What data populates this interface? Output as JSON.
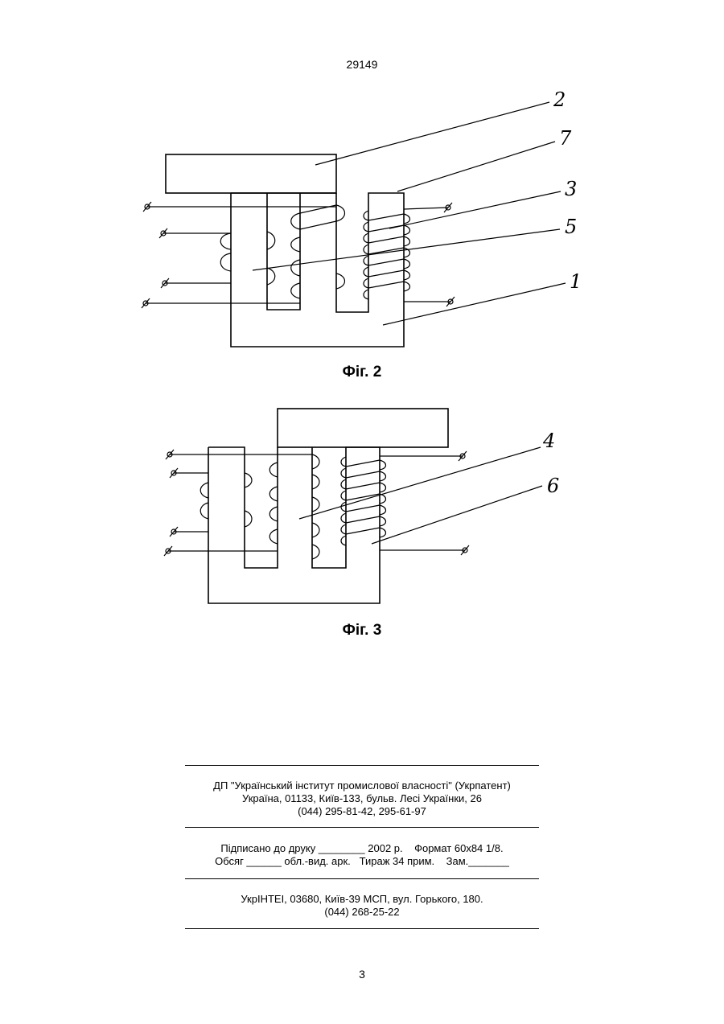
{
  "header": {
    "doc_number": "29149"
  },
  "fig2": {
    "caption": "Фіг. 2",
    "labels": {
      "l2": "2",
      "l7": "7",
      "l3": "3",
      "l5": "5",
      "l1": "1"
    }
  },
  "fig3": {
    "caption": "Фіг. 3",
    "labels": {
      "l4": "4",
      "l6": "6"
    }
  },
  "imprint": {
    "block1": [
      "ДП \"Український інститут промислової власності\" (Укрпатент)",
      "Україна, 01133, Київ-133, бульв. Лесі Українки, 26",
      "(044) 295-81-42, 295-61-97"
    ],
    "block2": [
      "Підписано до друку ________ 2002 р.    Формат 60х84 1/8.",
      "Обсяг ______ обл.-вид. арк.   Тираж 34 прим.    Зам._______"
    ],
    "block3": [
      "УкрІНТЕІ, 03680, Київ-39 МСП, вул. Горького, 180.",
      "(044) 268-25-22"
    ]
  },
  "footer": {
    "page_number": "3"
  }
}
